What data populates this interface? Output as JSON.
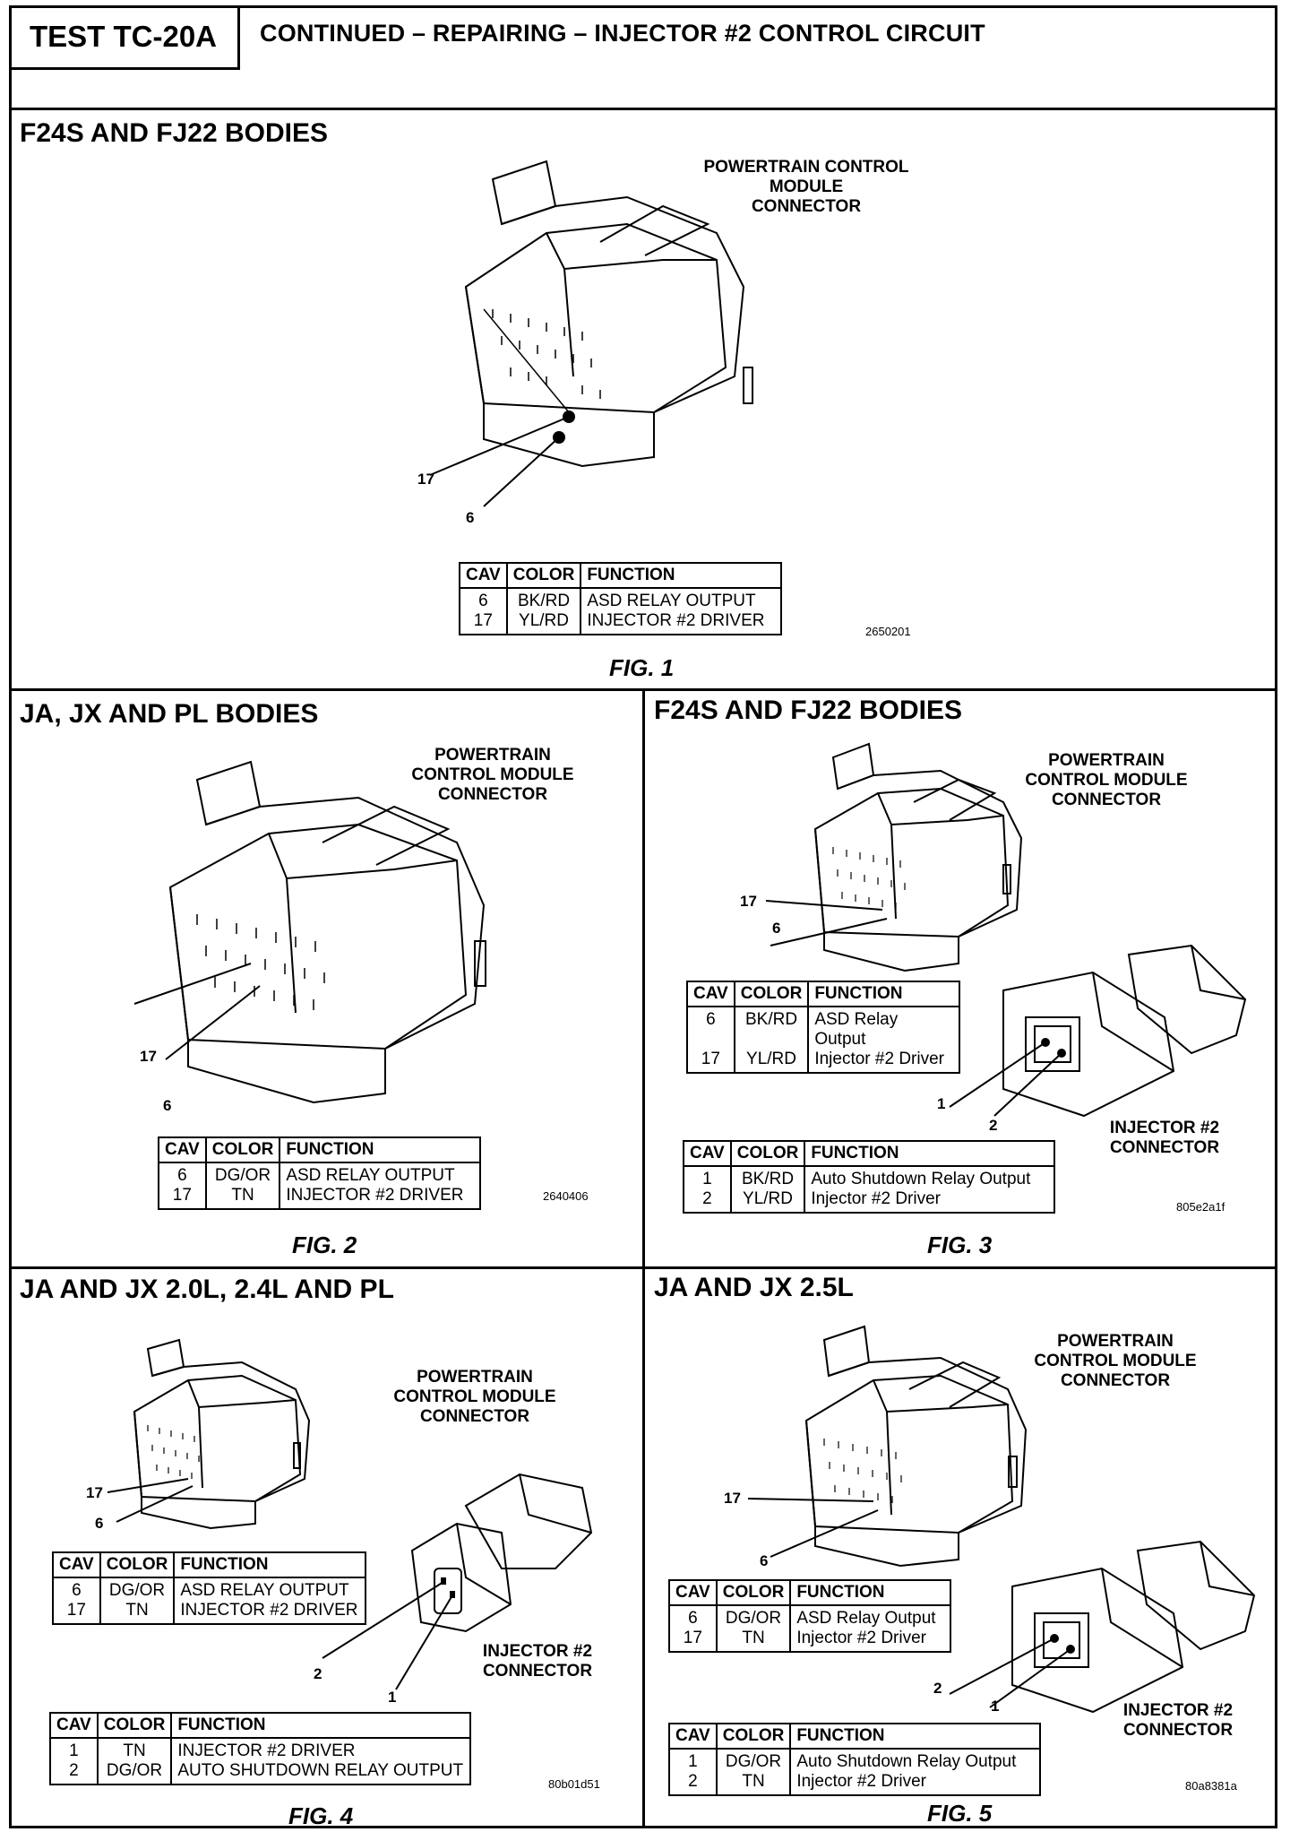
{
  "header": {
    "test_id": "TEST TC-20A",
    "title": "CONTINUED – REPAIRING – INJECTOR #2 CONTROL CIRCUIT"
  },
  "panels": {
    "fig1": {
      "section_title": "F24S AND FJ22 BODIES",
      "pcm_label": [
        "POWERTRAIN CONTROL",
        "MODULE",
        "CONNECTOR"
      ],
      "callouts": [
        "17",
        "6"
      ],
      "table": {
        "headers": [
          "CAV",
          "COLOR",
          "FUNCTION"
        ],
        "rows": [
          {
            "cav": "6",
            "color": "BK/RD",
            "function": "ASD RELAY OUTPUT"
          },
          {
            "cav": "17",
            "color": "YL/RD",
            "function": "INJECTOR #2 DRIVER"
          }
        ]
      },
      "code": "2650201",
      "caption": "FIG. 1"
    },
    "fig2": {
      "section_title": "JA, JX AND PL BODIES",
      "pcm_label": [
        "POWERTRAIN",
        "CONTROL MODULE",
        "CONNECTOR"
      ],
      "callouts": [
        "17",
        "6"
      ],
      "table": {
        "headers": [
          "CAV",
          "COLOR",
          "FUNCTION"
        ],
        "rows": [
          {
            "cav": "6",
            "color": "DG/OR",
            "function": "ASD RELAY OUTPUT"
          },
          {
            "cav": "17",
            "color": "TN",
            "function": "INJECTOR #2 DRIVER"
          }
        ]
      },
      "code": "2640406",
      "caption": "FIG. 2"
    },
    "fig3": {
      "section_title": "F24S AND FJ22 BODIES",
      "pcm_label": [
        "POWERTRAIN",
        "CONTROL MODULE",
        "CONNECTOR"
      ],
      "injector_label": [
        "INJECTOR #2",
        "CONNECTOR"
      ],
      "callouts": [
        "17",
        "6",
        "1",
        "2"
      ],
      "pcm_table": {
        "headers": [
          "CAV",
          "COLOR",
          "FUNCTION"
        ],
        "rows": [
          {
            "cav": "6",
            "color": "BK/RD",
            "function": "ASD Relay Output"
          },
          {
            "cav": "17",
            "color": "YL/RD",
            "function": "Injector #2 Driver"
          }
        ]
      },
      "injector_table": {
        "headers": [
          "CAV",
          "COLOR",
          "FUNCTION"
        ],
        "rows": [
          {
            "cav": "1",
            "color": "BK/RD",
            "function": "Auto Shutdown Relay Output"
          },
          {
            "cav": "2",
            "color": "YL/RD",
            "function": "Injector #2 Driver"
          }
        ]
      },
      "code": "805e2a1f",
      "caption": "FIG. 3"
    },
    "fig4": {
      "section_title": "JA AND JX 2.0L, 2.4L AND PL",
      "pcm_label": [
        "POWERTRAIN",
        "CONTROL MODULE",
        "CONNECTOR"
      ],
      "injector_label": [
        "INJECTOR #2",
        "CONNECTOR"
      ],
      "callouts": [
        "17",
        "6",
        "2",
        "1"
      ],
      "pcm_table": {
        "headers": [
          "CAV",
          "COLOR",
          "FUNCTION"
        ],
        "rows": [
          {
            "cav": "6",
            "color": "DG/OR",
            "function": "ASD RELAY OUTPUT"
          },
          {
            "cav": "17",
            "color": "TN",
            "function": "INJECTOR #2 DRIVER"
          }
        ]
      },
      "injector_table": {
        "headers": [
          "CAV",
          "COLOR",
          "FUNCTION"
        ],
        "rows": [
          {
            "cav": "1",
            "color": "TN",
            "function": "INJECTOR #2 DRIVER"
          },
          {
            "cav": "2",
            "color": "DG/OR",
            "function": "AUTO SHUTDOWN RELAY OUTPUT"
          }
        ]
      },
      "code": "80b01d51",
      "caption": "FIG. 4"
    },
    "fig5": {
      "section_title": "JA AND JX 2.5L",
      "pcm_label": [
        "POWERTRAIN",
        "CONTROL MODULE",
        "CONNECTOR"
      ],
      "injector_label": [
        "INJECTOR #2",
        "CONNECTOR"
      ],
      "callouts": [
        "17",
        "6",
        "2",
        "1"
      ],
      "pcm_table": {
        "headers": [
          "CAV",
          "COLOR",
          "FUNCTION"
        ],
        "rows": [
          {
            "cav": "6",
            "color": "DG/OR",
            "function": "ASD Relay Output"
          },
          {
            "cav": "17",
            "color": "TN",
            "function": "Injector #2 Driver"
          }
        ]
      },
      "injector_table": {
        "headers": [
          "CAV",
          "COLOR",
          "FUNCTION"
        ],
        "rows": [
          {
            "cav": "1",
            "color": "DG/OR",
            "function": "Auto Shutdown Relay Output"
          },
          {
            "cav": "2",
            "color": "TN",
            "function": "Injector #2 Driver"
          }
        ]
      },
      "code": "80a8381a",
      "caption": "FIG. 5"
    }
  }
}
